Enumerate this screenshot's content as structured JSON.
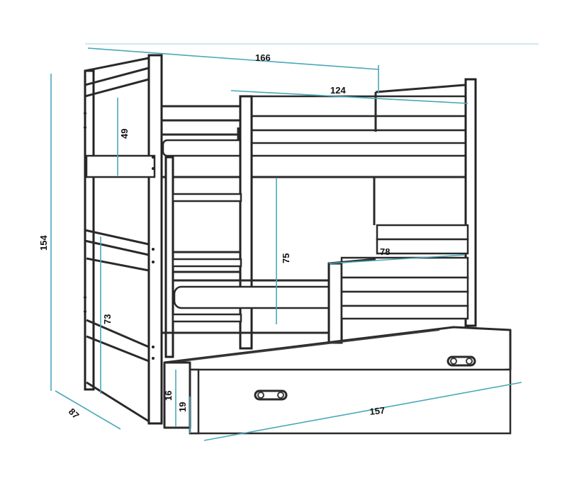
{
  "diagram": {
    "accent_color": "#4aa8b8",
    "dimensions": {
      "total_length": "166",
      "guard_rail_length": "124",
      "headboard_height": "49",
      "total_height": "154",
      "lower_clearance": "75",
      "lower_rail_length": "78",
      "lower_side_height": "73",
      "depth": "87",
      "drawer_height_inner": "16",
      "drawer_height_outer": "19",
      "drawer_length": "157"
    }
  }
}
